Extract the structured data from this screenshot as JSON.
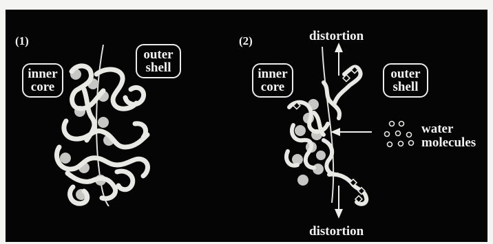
{
  "panels": [
    {
      "number": "(1)",
      "inner_box": {
        "line1": "inner",
        "line2": "core"
      },
      "outer_box": {
        "line1": "outer",
        "line2": "shell"
      }
    },
    {
      "number": "(2)",
      "inner_box": {
        "line1": "inner",
        "line2": "core"
      },
      "outer_box": {
        "line1": "outer",
        "line2": "shell"
      },
      "top_label": "distortion",
      "bottom_label": "distortion",
      "water_label": {
        "line1": "water",
        "line2": "molecules"
      }
    }
  ],
  "colors": {
    "background": "#000000",
    "frame": "#f4f4f2",
    "strands": "#e8e8e4",
    "dots": "#c8c8c8",
    "text": "#f2f2f2"
  }
}
